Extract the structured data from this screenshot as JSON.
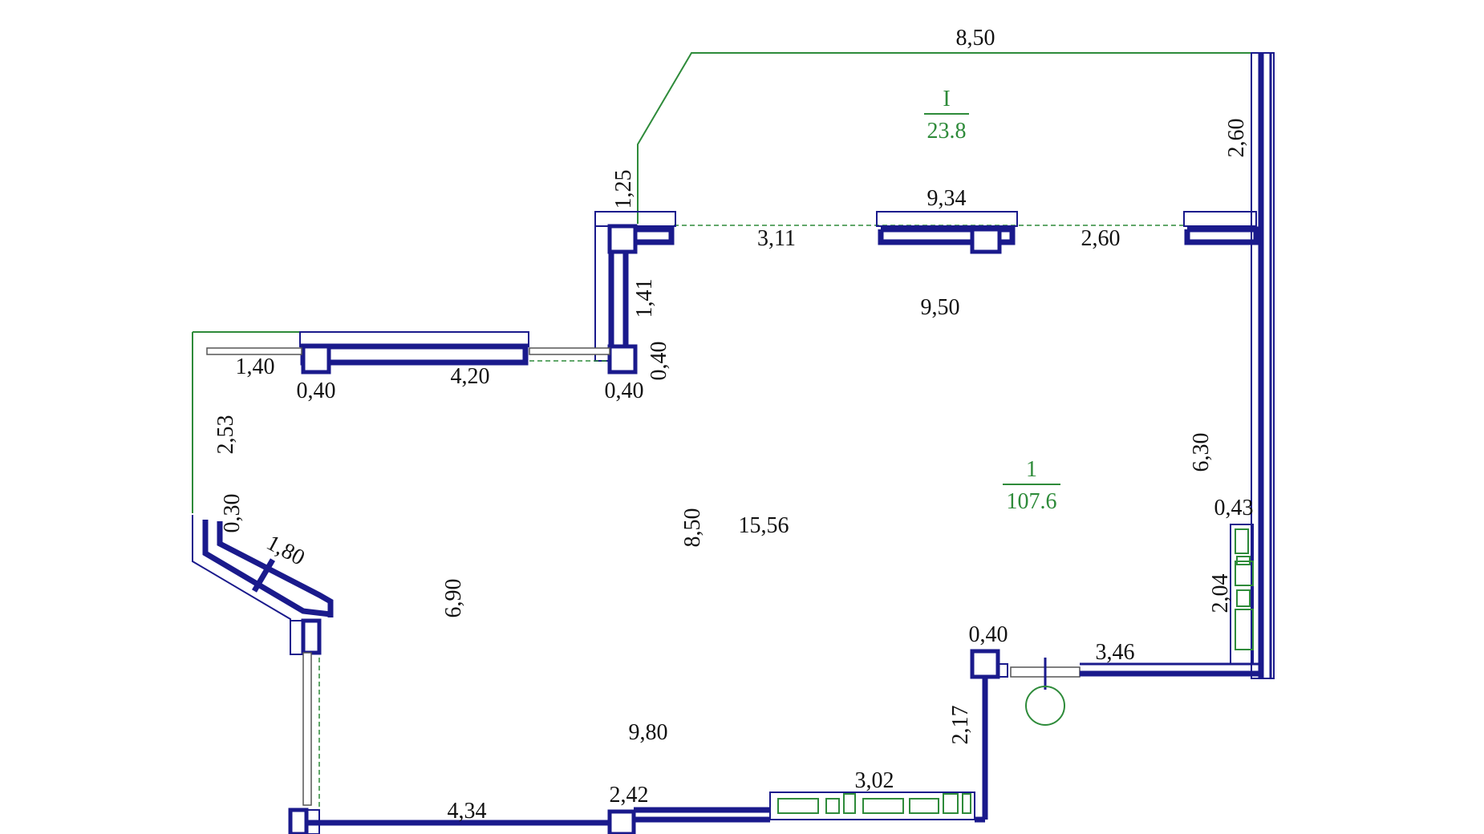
{
  "colors": {
    "wall": "#1a1a8c",
    "balcony": "#2e8b3a",
    "text": "#111111",
    "area_label": "#2e8b3a"
  },
  "rooms": [
    {
      "number": "I",
      "area": "23.8"
    },
    {
      "number": "1",
      "area": "107.6"
    }
  ],
  "dimensions": [
    "8,50",
    "2,60",
    "1,25",
    "9,34",
    "3,11",
    "2,60",
    "1,41",
    "9,50",
    "1,40",
    "0,40",
    "4,20",
    "0,40",
    "0,40",
    "2,53",
    "6,30",
    "0,30",
    "1,80",
    "8,50",
    "15,56",
    "0,43",
    "6,90",
    "2,04",
    "0,40",
    "3,46",
    "2,17",
    "9,80",
    "3,02",
    "2,42",
    "4,34"
  ]
}
